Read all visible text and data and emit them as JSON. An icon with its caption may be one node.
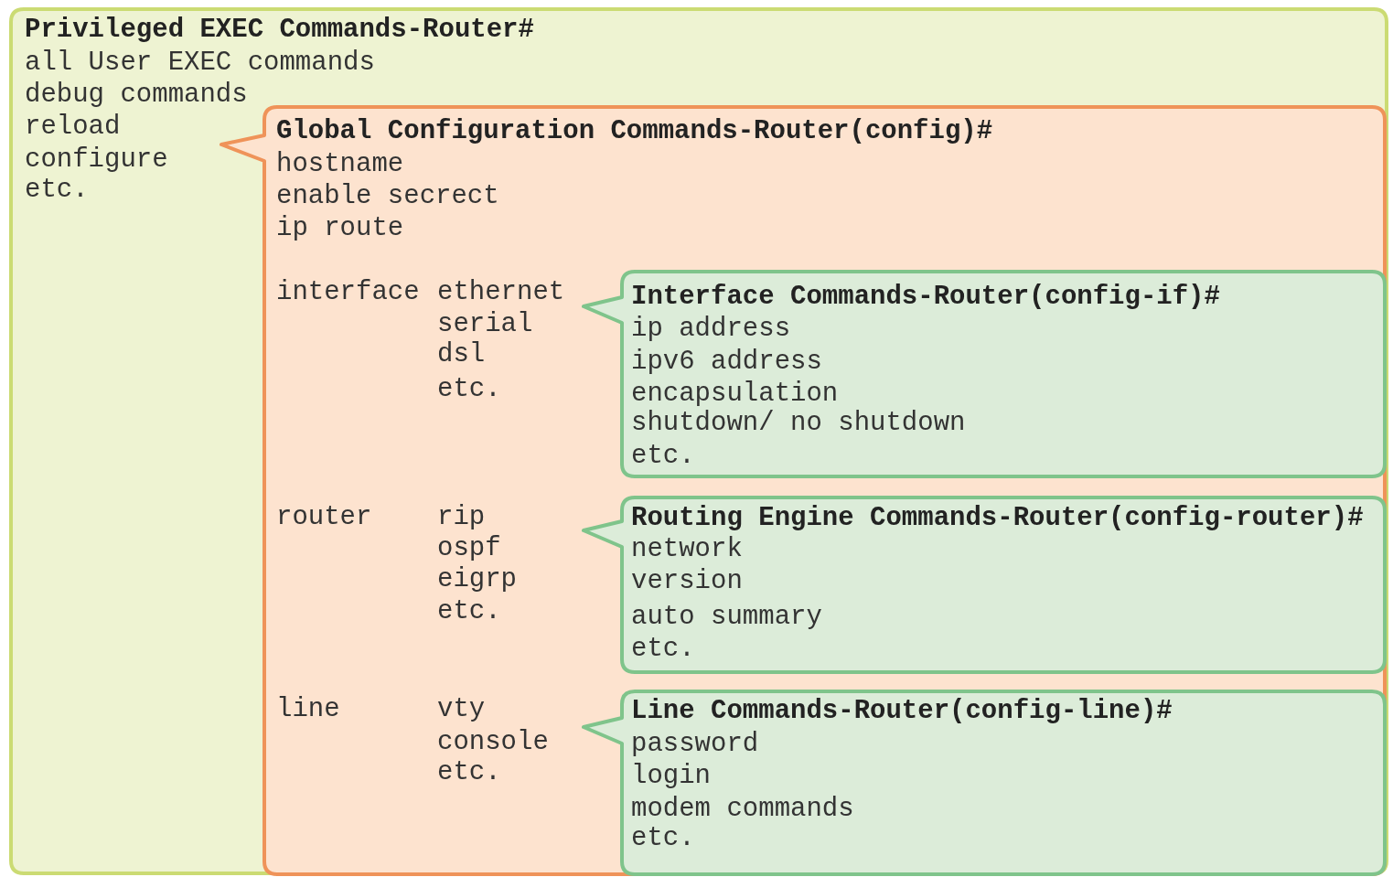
{
  "diagram": {
    "nodes": [
      {
        "text": [
          "Privileged EXEC Commands-Router#",
          "all User EXEC commands",
          "debug commands",
          "reload",
          "configure",
          "etc."
        ]
      },
      {
        "text": [
          "Global Configuration Commands-Router(config)#",
          "hostname",
          "enable secrect",
          "ip route",
          "interface",
          "ethernet",
          "serial",
          "dsl",
          "etc.",
          "router",
          "rip",
          "ospf",
          "eigrp",
          "etc.",
          "line",
          "vty",
          "console",
          "etc."
        ],
        "in": 0
      },
      {
        "text": [
          "Interface Commands-Router(config-if)#",
          "ip address",
          "ipv6 address",
          "encapsulation",
          "shutdown/ no shutdown",
          "etc."
        ],
        "in": 1
      },
      {
        "text": [
          "Routing Engine Commands-Router(config-router)#",
          "network",
          "version",
          "auto summary",
          "etc."
        ],
        "in": 1
      },
      {
        "text": [
          "Line Commands-Router(config-line)#",
          "password",
          "login",
          "modem commands",
          "etc."
        ],
        "in": 1
      }
    ]
  }
}
